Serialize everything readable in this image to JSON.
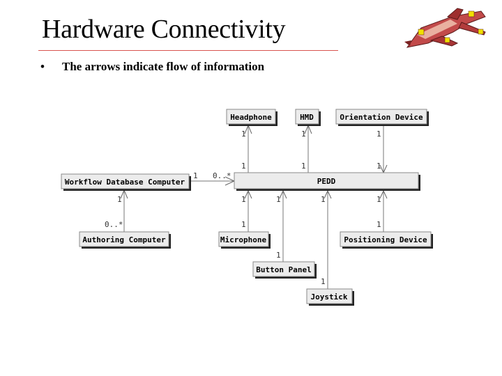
{
  "slide": {
    "title": "Hardware Connectivity",
    "bullet_marker": "•",
    "bullet_text": "The arrows indicate flow of information"
  },
  "logo": {
    "icon": "fighter-jet-icon"
  },
  "diagram": {
    "nodes": {
      "headphone": "Headphone",
      "hmd": "HMD",
      "orientation": "Orientation Device",
      "workflow": "Workflow Database Computer",
      "pedd": "PEDD",
      "authoring": "Authoring Computer",
      "microphone": "Microphone",
      "positioning": "Positioning Device",
      "button_panel": "Button Panel",
      "joystick": "Joystick"
    },
    "multiplicities": {
      "headphone_top": "1",
      "headphone_bottom": "1",
      "hmd_top": "1",
      "hmd_bottom": "1",
      "orient_top": "1",
      "orient_bottom": "1",
      "workflow_right": "1",
      "workflow_pedd": "0..*",
      "workflow_bottom": "1",
      "authoring_top": "0..*",
      "micro_top": "1",
      "micro_bottom": "1",
      "button_top": "1",
      "button_bottom": "1",
      "joystick_top": "1",
      "joystick_bottom": "1",
      "position_top": "1",
      "position_bottom": "1"
    }
  }
}
